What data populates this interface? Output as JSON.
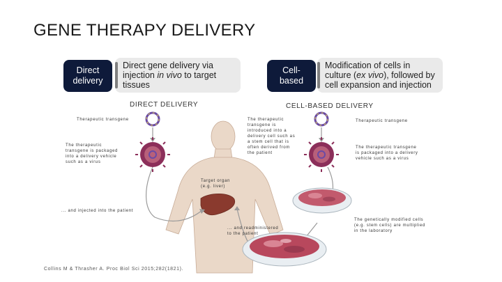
{
  "title": "GENE THERAPY DELIVERY",
  "legend": {
    "direct": {
      "label": "Direct delivery",
      "description_pre": "Direct gene delivery via injection ",
      "description_em": "in vivo",
      "description_post": " to target tissues"
    },
    "cell": {
      "label": "Cell-based",
      "description_pre": "Modification of cells in culture (",
      "description_em": "ex vivo",
      "description_post": "), followed by cell expansion and injection"
    }
  },
  "diagram": {
    "direct_heading": "DIRECT DELIVERY",
    "cell_heading": "CELL-BASED DELIVERY",
    "labels": {
      "therapeutic_transgene_left": "Therapeutic transgene",
      "packaged_left": "The therapeutic transgene is packaged into a delivery vehicle such as a virus",
      "target_organ": "Target organ (e.g. liver)",
      "injected": "... and injected into the patient",
      "therapeutic_transgene_right": "Therapeutic transgene",
      "introduced_cells": "The therapeutic transgene is introduced into a delivery cell such as a stem cell that is often derived from the patient",
      "packaged_right": "The therapeutic transgene is packaged into a delivery vehicle such as a virus",
      "multiplied": "The genetically modified cells (e.g. stem cells) are multiplied in the laboratory",
      "readministered": "... and readministered to the patient"
    }
  },
  "citation": "Collins M & Thrasher A. Proc Biol Sci 2015;282(1821).",
  "colors": {
    "dark_pill": "#0e1a3a",
    "light_pill": "#eaeaea",
    "accent": "#7f7f7f",
    "virus": "#8c2f5a",
    "dna": "#6a4aa6",
    "liver": "#8a3a2e",
    "cells": "#b8485d"
  }
}
